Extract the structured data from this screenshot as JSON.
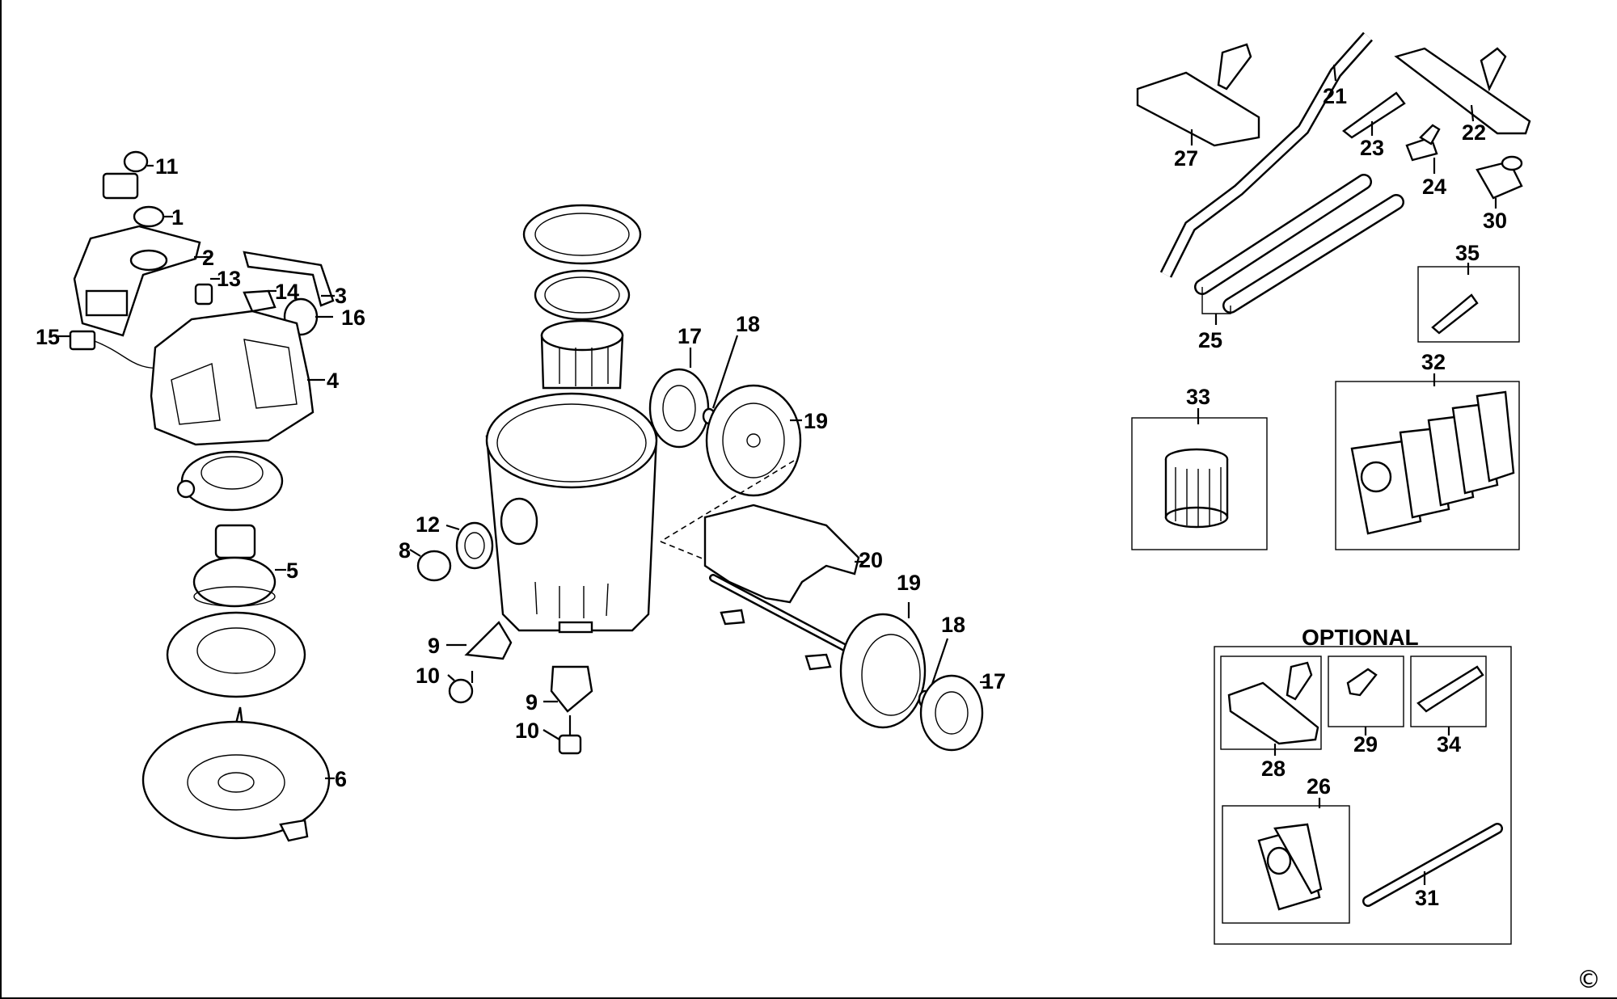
{
  "diagram": {
    "optional_heading": "OPTIONAL",
    "copyright_mark": "©",
    "labels": {
      "p1": "1",
      "p2": "2",
      "p3": "3",
      "p4": "4",
      "p5": "5",
      "p6": "6",
      "p8": "8",
      "p9a": "9",
      "p9b": "9",
      "p10a": "10",
      "p10b": "10",
      "p11": "11",
      "p12": "12",
      "p13": "13",
      "p14": "14",
      "p15": "15",
      "p16": "16",
      "p17a": "17",
      "p17b": "17",
      "p18a": "18",
      "p18b": "18",
      "p19a": "19",
      "p19b": "19",
      "p20": "20",
      "p21": "21",
      "p22": "22",
      "p23": "23",
      "p24": "24",
      "p25": "25",
      "p26": "26",
      "p27": "27",
      "p28": "28",
      "p29": "29",
      "p30": "30",
      "p31": "31",
      "p32": "32",
      "p33": "33",
      "p34": "34",
      "p35": "35"
    }
  }
}
